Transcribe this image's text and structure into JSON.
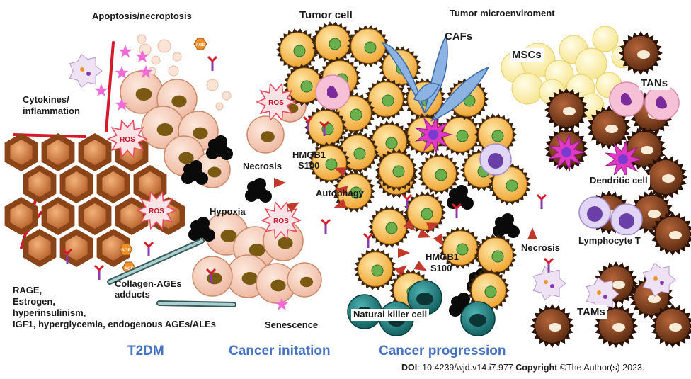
{
  "labels": {
    "apoptosis": "Apoptosis/necroptosis",
    "tumor_cell": "Tumor cell",
    "tumor_microenvironment": "Tumor microenviroment",
    "cafs": "CAFs",
    "mscs": "MSCs",
    "tans": "TANs",
    "cytokines_line1": "Cytokines/",
    "cytokines_line2": "inflammation",
    "ros": "ROS",
    "age": "AGE",
    "hmgb1_1": "HMGB1",
    "s100_1": "S100",
    "necrosis_1": "Necrosis",
    "autophagy": "Autophagy",
    "hypoxia": "Hypoxia",
    "dendritic_cell": "Dendritic cell",
    "lymphocyte_t": "Lymphocyte T",
    "hmgb1_2": "HMGB1",
    "s100_2": "S100",
    "necrosis_2": "Necrosis",
    "collagen_line1": "Collagen-AGEs",
    "collagen_line2": "adducts",
    "rage_line1": "RAGE,",
    "rage_line2": "Estrogen,",
    "rage_line3": "hyperinsulinism,",
    "rage_line4": "IGF1, hyperglycemia, endogenous AGEs/ALEs",
    "natural_killer": "Natural killer cell",
    "senescence": "Senescence",
    "tams": "TAMs"
  },
  "sections": {
    "t2dm": "T2DM",
    "cancer_initiation": "Cancer initation",
    "cancer_progression": "Cancer progression"
  },
  "footer": {
    "doi_label": "DOI",
    "doi_value": ": 10.4239/wjd.v14.i7.977",
    "copyright_label": "Copyright",
    "copyright_value": " ©The Author(s) 2023."
  },
  "colors": {
    "section_blue": "#4472c4",
    "tumor_cell": "#f5b74a",
    "tumor_nucleus": "#6ab04c",
    "hexagon": "#c8763a",
    "pink_cell": "#f2c4b0",
    "ros_burst": "#e94b5b",
    "arrow_red": "#c0392b",
    "macrophage": "#7a3b1a",
    "msc": "#fff3a0",
    "caf": "#7fa7d8",
    "dendritic": "#e040c8",
    "nk_cell": "#1f7a7a",
    "lymphocyte": "#d8c8f0",
    "star": "#f06bd8"
  }
}
